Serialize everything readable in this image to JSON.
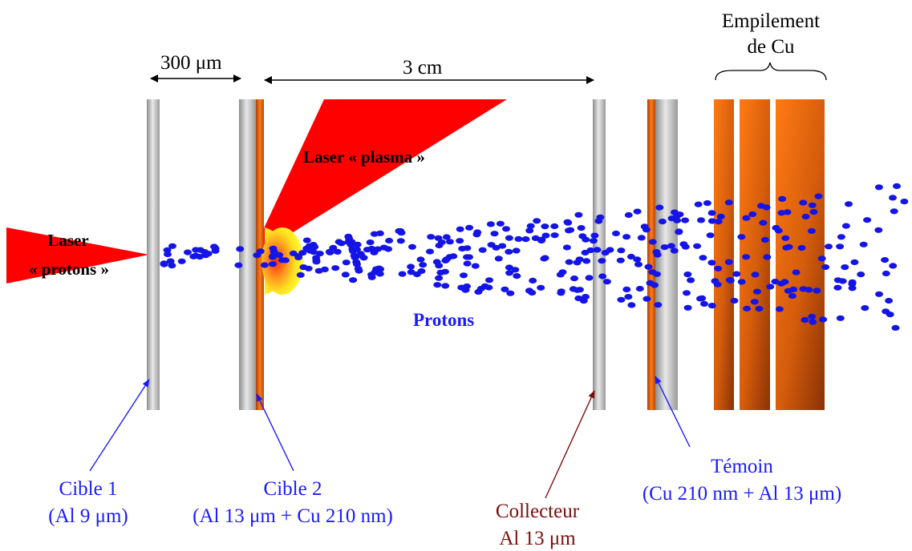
{
  "labels": {
    "stack_title_line1": "Empilement",
    "stack_title_line2": "de Cu",
    "dist_300": "300 μm",
    "dist_3cm": "3 cm",
    "laser_plasma": "Laser « plasma »",
    "laser_protons_line1": "Laser",
    "laser_protons_line2": "« protons »",
    "protons": "Protons",
    "cible1_line1": "Cible 1",
    "cible1_line2": "(Al 9 μm)",
    "cible2_line1": "Cible 2",
    "cible2_line2": "(Al 13 μm + Cu 210 nm)",
    "collecteur_line1": "Collecteur",
    "collecteur_line2": "Al 13 μm",
    "temoin_line1": "Témoin",
    "temoin_line2": "(Cu 210 nm + Al 13 μm)"
  },
  "colors": {
    "laser": "#ff0000",
    "proton": "#1414e6",
    "label_blue": "#1a1aff",
    "collecteur": "#7a0e0e",
    "copper": "#e0620a",
    "aluminium": "#b8b8b8"
  }
}
